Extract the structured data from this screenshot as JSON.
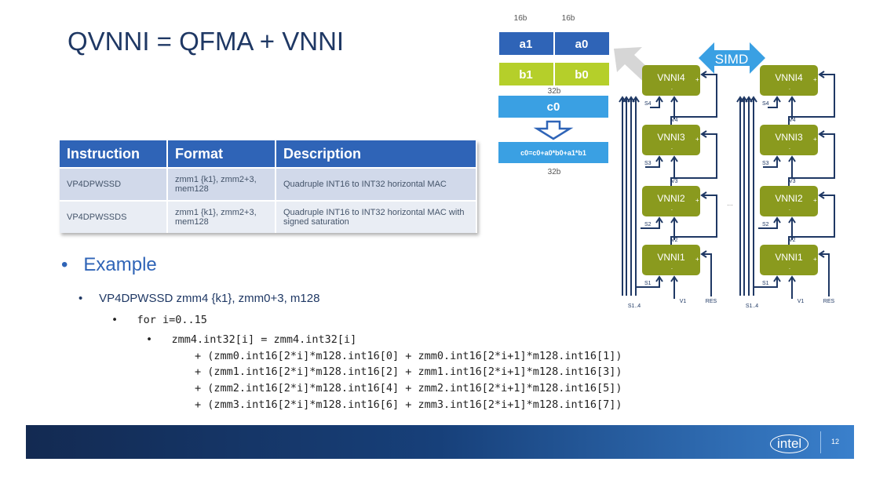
{
  "title": "QVNNI = QFMA + VNNI",
  "table": {
    "headers": [
      "Instruction",
      "Format",
      "Description"
    ],
    "rows": [
      [
        "VP4DPWSSD",
        "zmm1 {k1}, zmm2+3, mem128",
        "Quadruple INT16 to INT32 horizontal MAC"
      ],
      [
        "VP4DPWSSDS",
        "zmm1 {k1}, zmm2+3, mem128",
        "Quadruple INT16 to INT32 horizontal MAC with signed saturation"
      ]
    ]
  },
  "bullets": {
    "example": "Example",
    "instruction": "VP4DPWSSD zmm4 {k1}, zmm0+3, m128",
    "loop": "for i=0..15",
    "code": [
      "zmm4.int32[i] = zmm4.int32[i]",
      "+ (zmm0.int16[2*i]*m128.int16[0] + zmm0.int16[2*i+1]*m128.int16[1])",
      "+ (zmm1.int16[2*i]*m128.int16[2] + zmm1.int16[2*i+1]*m128.int16[3])",
      "+ (zmm2.int16[2*i]*m128.int16[4] + zmm2.int16[2*i+1]*m128.int16[5])",
      "+ (zmm3.int16[2*i]*m128.int16[6] + zmm3.int16[2*i+1]*m128.int16[7])"
    ]
  },
  "diagram": {
    "bits16": "16b",
    "bits32": "32b",
    "a1": "a1",
    "a0": "a0",
    "b1": "b1",
    "b0": "b0",
    "c0": "c0",
    "formula": "c0=c0+a0*b0+a1*b1",
    "simd": "SIMD",
    "units": [
      "VNNI4",
      "VNNI3",
      "VNNI2",
      "VNNI1"
    ],
    "s_labels": [
      "S4",
      "S3",
      "S2",
      "S1"
    ],
    "v_labels": [
      "V4",
      "V3",
      "V2"
    ],
    "v1": "V1",
    "res": "RES",
    "bus": "S1..4",
    "ellipsis": "...",
    "colors": {
      "a": "#2f64b7",
      "b": "#b5cf2a",
      "c": "#3aa0e3",
      "vnni": "#8a9a1e",
      "wire": "#1f3864"
    }
  },
  "footer": {
    "logo": "intel",
    "page": "12"
  }
}
